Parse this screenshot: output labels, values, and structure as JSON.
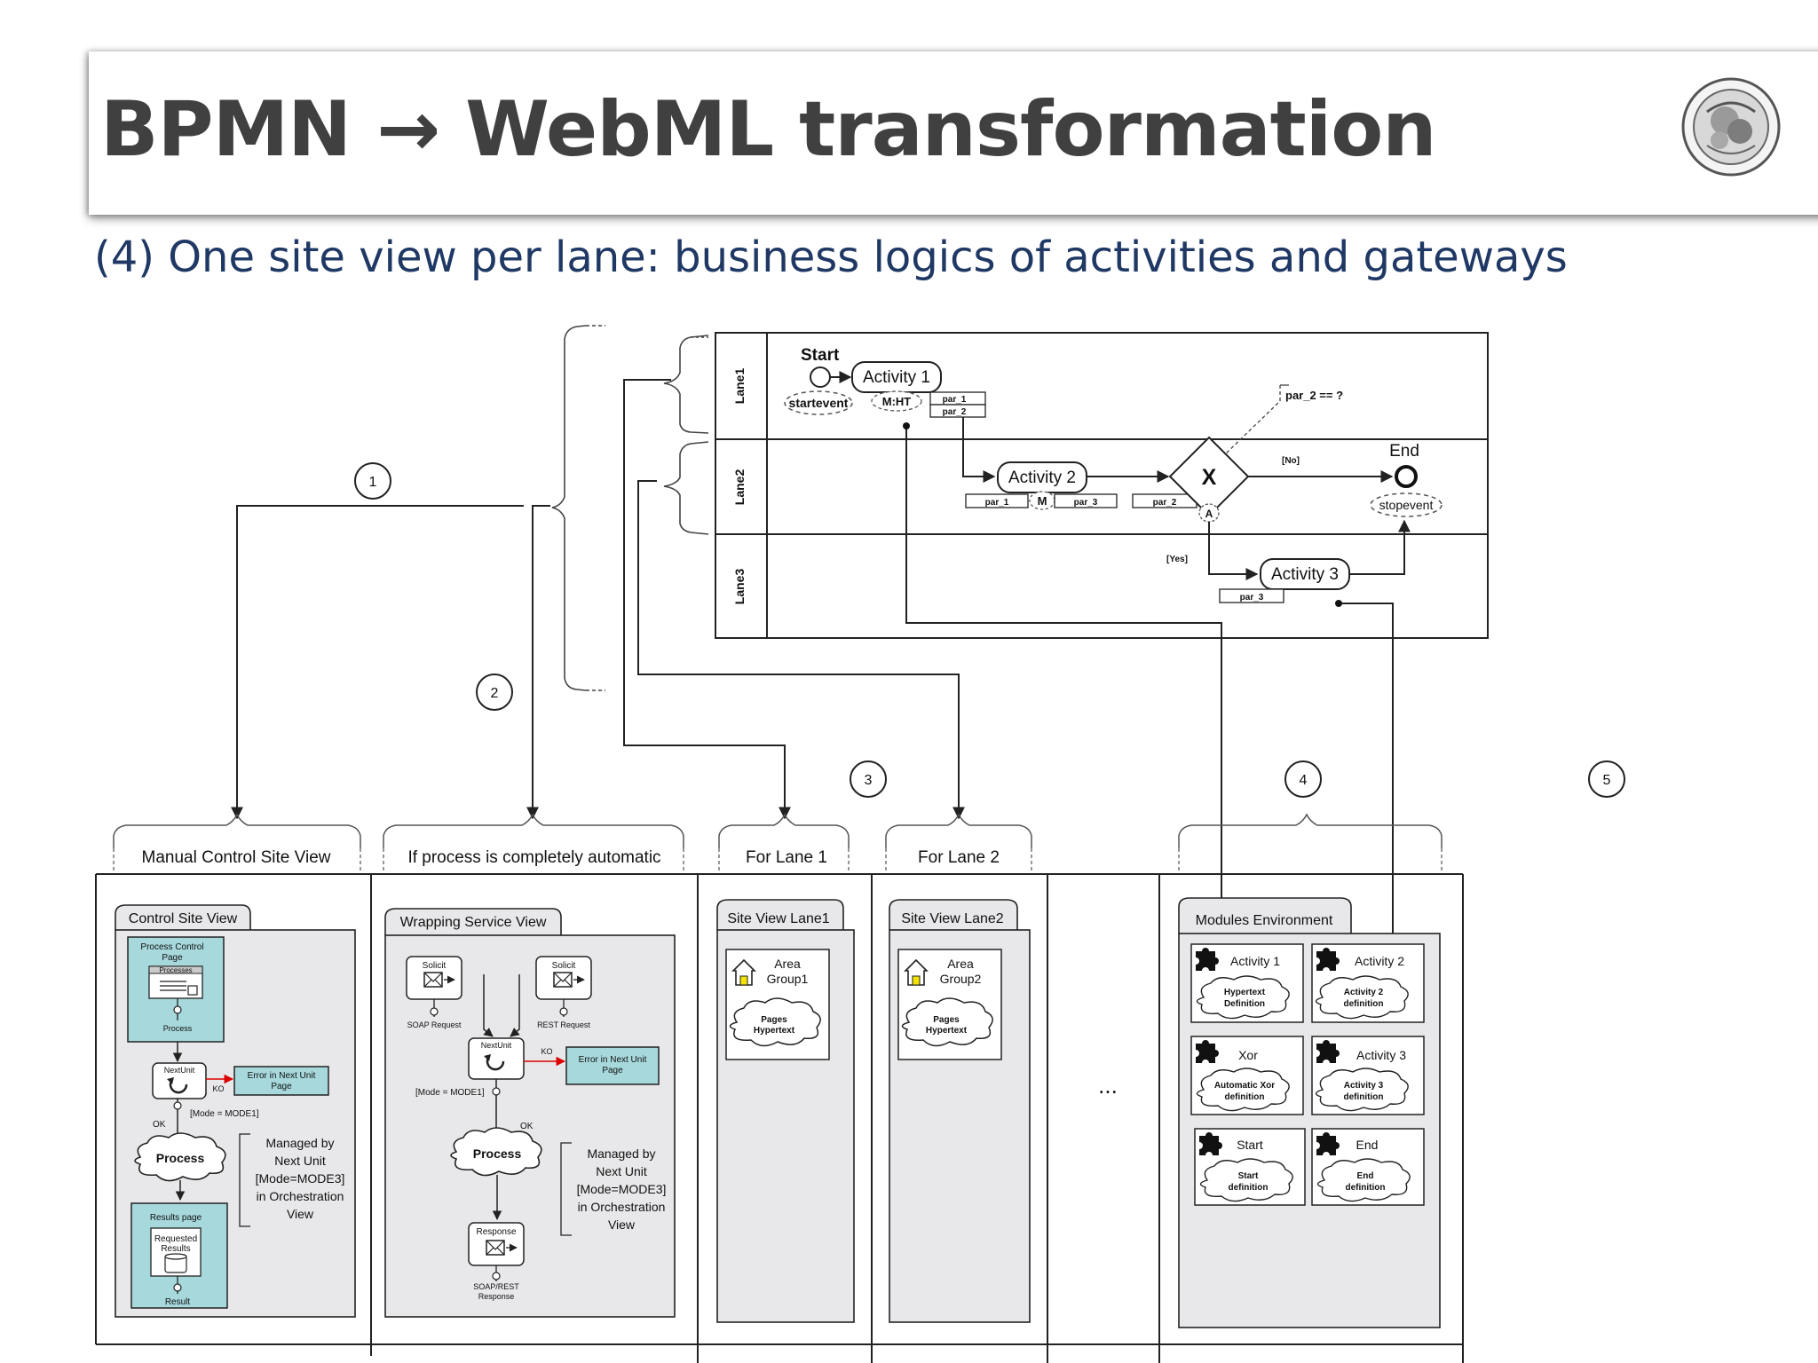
{
  "slide": {
    "title": "BPMN → WebML transformation",
    "subtitle": "(4) One site view per lane: business logics of activities and gateways"
  },
  "bpmn": {
    "lanes": [
      "Lane1",
      "Lane2",
      "Lane3"
    ],
    "start_label": "Start",
    "start_event": "startevent",
    "activity1": "Activity 1",
    "mht": "M:HT",
    "par1": "par_1",
    "par2": "par_2",
    "par3": "par_3",
    "condition": "par_2 == ?",
    "no_label": "[No]",
    "yes_label": "[Yes]",
    "activity2": "Activity 2",
    "m_marker": "M",
    "xor_symbol": "X",
    "a_marker": "A",
    "end_label": "End",
    "stop_event": "stopevent",
    "activity3": "Activity 3"
  },
  "steps": [
    "1",
    "2",
    "3",
    "4",
    "5"
  ],
  "headers": {
    "manual": "Manual Control Site View",
    "automatic": "If process is completely automatic",
    "lane1": "For Lane 1",
    "lane2": "For Lane 2"
  },
  "control_view": {
    "tab": "Control Site View",
    "page": "Process Control Page",
    "processes": "Processes",
    "process_small": "Process",
    "nextunit": "NextUnit",
    "ko": "KO",
    "error_line1": "Error in Next Unit",
    "error_line2": "Page",
    "mode": "[Mode = MODE1]",
    "ok": "OK",
    "process": "Process",
    "managed": [
      "Managed by",
      "Next Unit",
      "[Mode=MODE3]",
      "in Orchestration",
      "View"
    ],
    "results_page": "Results page",
    "requested1": "Requested",
    "requested2": "Results",
    "result": "Result"
  },
  "wrapping_view": {
    "tab": "Wrapping Service View",
    "solicit": "Solicit",
    "soap_request": "SOAP Request",
    "rest_request": "REST Request",
    "nextunit": "NextUnit",
    "ko": "KO",
    "error_line1": "Error in Next Unit",
    "error_line2": "Page",
    "mode": "[Mode = MODE1]",
    "ok": "OK",
    "process": "Process",
    "managed": [
      "Managed by",
      "Next Unit",
      "[Mode=MODE3]",
      "in Orchestration",
      "View"
    ],
    "response": "Response",
    "soaprest1": "SOAP/REST",
    "soaprest2": "Response"
  },
  "lane_views": {
    "lane1_tab": "Site View Lane1",
    "lane2_tab": "Site View Lane2",
    "area": "Area",
    "group1": "Group1",
    "group2": "Group2",
    "pages": "Pages",
    "hypertext": "Hypertext"
  },
  "ellipsis": "...",
  "modules": {
    "tab": "Modules Environment",
    "activity1": "Activity 1",
    "hyper1": "Hypertext",
    "hyper2": "Definition",
    "activity2": "Activity 2",
    "a2def1": "Activity 2",
    "a2def2": "definition",
    "xor": "Xor",
    "xordef1": "Automatic Xor",
    "xordef2": "definition",
    "activity3": "Activity 3",
    "a3def1": "Activity 3",
    "a3def2": "definition",
    "start": "Start",
    "startdef1": "Start",
    "startdef2": "definition",
    "end": "End",
    "enddef1": "End",
    "enddef2": "definition"
  }
}
